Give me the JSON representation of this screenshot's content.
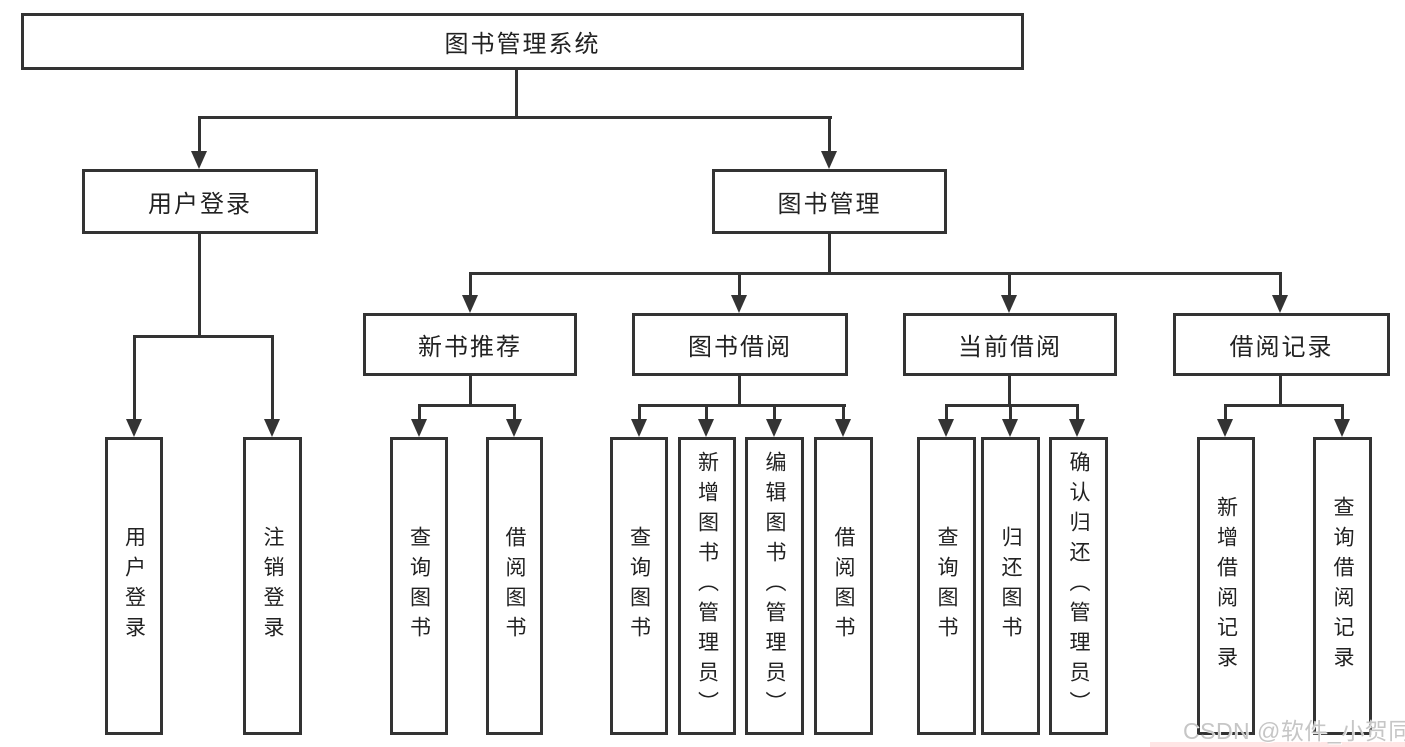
{
  "colors": {
    "line": "#333333",
    "text": "#222222",
    "watermark": "#c6c6c6",
    "background": "#ffffff"
  },
  "diagram": {
    "root": {
      "label": "图书管理系统",
      "children": [
        {
          "label": "用户登录",
          "children": [
            {
              "label": "用户登录"
            },
            {
              "label": "注销登录"
            }
          ]
        },
        {
          "label": "图书管理",
          "children": [
            {
              "label": "新书推荐",
              "children": [
                {
                  "label": "查询图书"
                },
                {
                  "label": "借阅图书"
                }
              ]
            },
            {
              "label": "图书借阅",
              "children": [
                {
                  "label": "查询图书"
                },
                {
                  "label": "新增图书（管理员）"
                },
                {
                  "label": "编辑图书（管理员）"
                },
                {
                  "label": "借阅图书"
                }
              ]
            },
            {
              "label": "当前借阅",
              "children": [
                {
                  "label": "查询图书"
                },
                {
                  "label": "归还图书"
                },
                {
                  "label": "确认归还（管理员）"
                }
              ]
            },
            {
              "label": "借阅记录",
              "children": [
                {
                  "label": "新增借阅记录"
                },
                {
                  "label": "查询借阅记录"
                }
              ]
            }
          ]
        }
      ]
    }
  },
  "watermark": {
    "text": "CSDN @软件_小贺同学"
  }
}
